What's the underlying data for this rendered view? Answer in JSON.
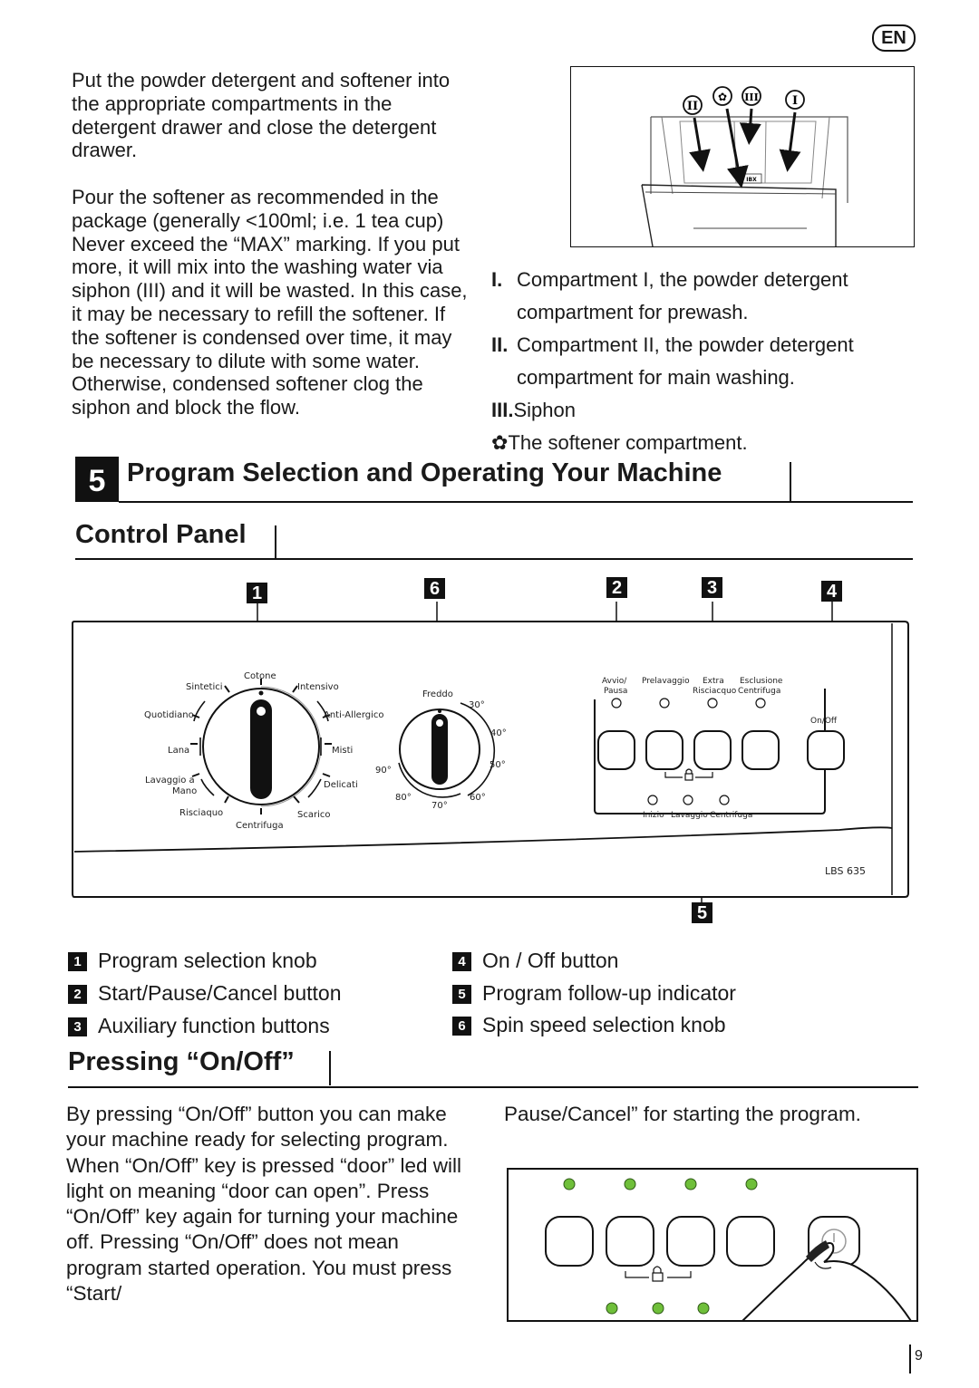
{
  "header": {
    "language_badge": "EN"
  },
  "intro": {
    "para1": "Put the powder detergent and softener into the appropriate compartments in the detergent drawer and close the detergent drawer.",
    "para2": "Pour the softener as recommended in the package (generally <100ml; i.e. 1 tea cup) Never exceed the “MAX” marking. If you put more, it will mix into the washing water via siphon (III) and it will be wasted. In this case, it may be necessary to refill the softener. If the softener is condensed over time, it may be necessary to dilute with some water. Otherwise, condensed softener clog the siphon and block the flow."
  },
  "drawer_figure": {
    "symbols": [
      "II",
      "✿",
      "III",
      "I"
    ],
    "brand_mark": "IBX"
  },
  "compartments": [
    {
      "marker": "I.",
      "line1": "Compartment I, the powder detergent",
      "line2": "compartment for prewash."
    },
    {
      "marker": "II.",
      "line1": "Compartment II, the powder detergent",
      "line2": "compartment for main washing."
    },
    {
      "marker": "III.",
      "line1": "Siphon",
      "line2": ""
    },
    {
      "marker": "✿",
      "line1": "The softener compartment.",
      "line2": ""
    }
  ],
  "section": {
    "number": "5",
    "title": "Program Selection and Operating Your Machine"
  },
  "control_panel": {
    "title": "Control Panel",
    "callouts": [
      "1",
      "6",
      "2",
      "3",
      "4",
      "5"
    ],
    "program_knob_labels": [
      "Cotone",
      "Intensivo",
      "Sintetici",
      "Quotidiano",
      "Anti-Allergico",
      "Lana",
      "Misti",
      "Lavaggio a",
      "Mano",
      "Delicati",
      "Risciaquo",
      "Scarico",
      "Centrifuga"
    ],
    "temp_knob_labels": [
      "Freddo",
      "30°",
      "40°",
      "50°",
      "60°",
      "70°",
      "80°",
      "90°"
    ],
    "button_labels": [
      "Avvio/",
      "Pausa",
      "Prelavaggio",
      "Extra",
      "Risciacquo",
      "Esclusione",
      "Centrifuga",
      "On/Off"
    ],
    "indicator_labels": [
      "Inizio",
      "Lavaggio",
      "Centrifuga"
    ],
    "model": "LBS 635"
  },
  "legend": [
    {
      "num": "1",
      "label": "Program selection knob"
    },
    {
      "num": "2",
      "label": "Start/Pause/Cancel button"
    },
    {
      "num": "3",
      "label": "Auxiliary function buttons"
    },
    {
      "num": "4",
      "label": "On / Off button"
    },
    {
      "num": "5",
      "label": "Program follow-up indicator"
    },
    {
      "num": "6",
      "label": "Spin speed selection knob"
    }
  ],
  "pressing": {
    "title": "Pressing “On/Off”",
    "left_text": "By pressing “On/Off” button you can make your machine ready for selecting program. When “On/Off” key is pressed “door” led will light on meaning “door can open”. Press “On/Off” key again for turning your machine off. Pressing “On/Off” does not mean program started operation. You must press “Start/",
    "right_text": "Pause/Cancel” for starting the program."
  },
  "led_color": "#6fbf3a",
  "page_number": "9"
}
